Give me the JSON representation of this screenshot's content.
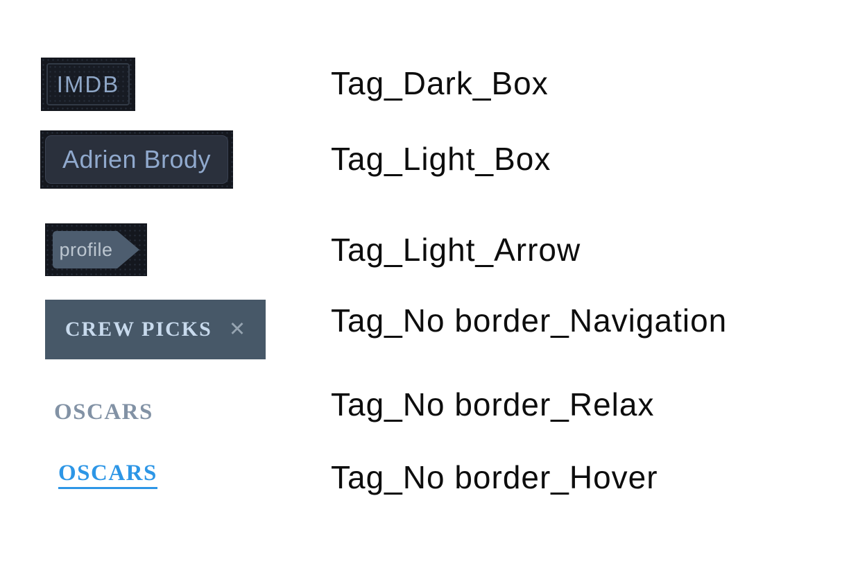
{
  "colors": {
    "page-bg": "#ffffff",
    "dark-outer": "#14171e",
    "dark-dot": "#262d3a",
    "dark-inner": "#171b23",
    "dark-inner-border": "#323a46",
    "dark-text": "#8ea6c6",
    "light-inner": "#2a303c",
    "light-inner-border": "#3a4252",
    "light-text": "#90a9cd",
    "arrow-fill": "#4d5d6f",
    "arrow-text": "#bcc6d0",
    "nav-bg": "#475868",
    "nav-text": "#c8daed",
    "nav-close": "#96a4b1",
    "relax-text": "#8292a5",
    "hover-text": "#2d96e6",
    "label-text": "#0d0d0d"
  },
  "tags": {
    "dark_box": {
      "text": "IMDB",
      "label": "Tag_Dark_Box"
    },
    "light_box": {
      "text": "Adrien Brody",
      "label": "Tag_Light_Box"
    },
    "light_arrow": {
      "text": "profile",
      "label": "Tag_Light_Arrow"
    },
    "no_border_navigation": {
      "text": "CREW PICKS",
      "close_icon": "✕",
      "label": "Tag_No border_Navigation"
    },
    "no_border_relax": {
      "text": "OSCARS",
      "label": "Tag_No border_Relax"
    },
    "no_border_hover": {
      "text": "OSCARS",
      "label": "Tag_No border_Hover"
    }
  }
}
